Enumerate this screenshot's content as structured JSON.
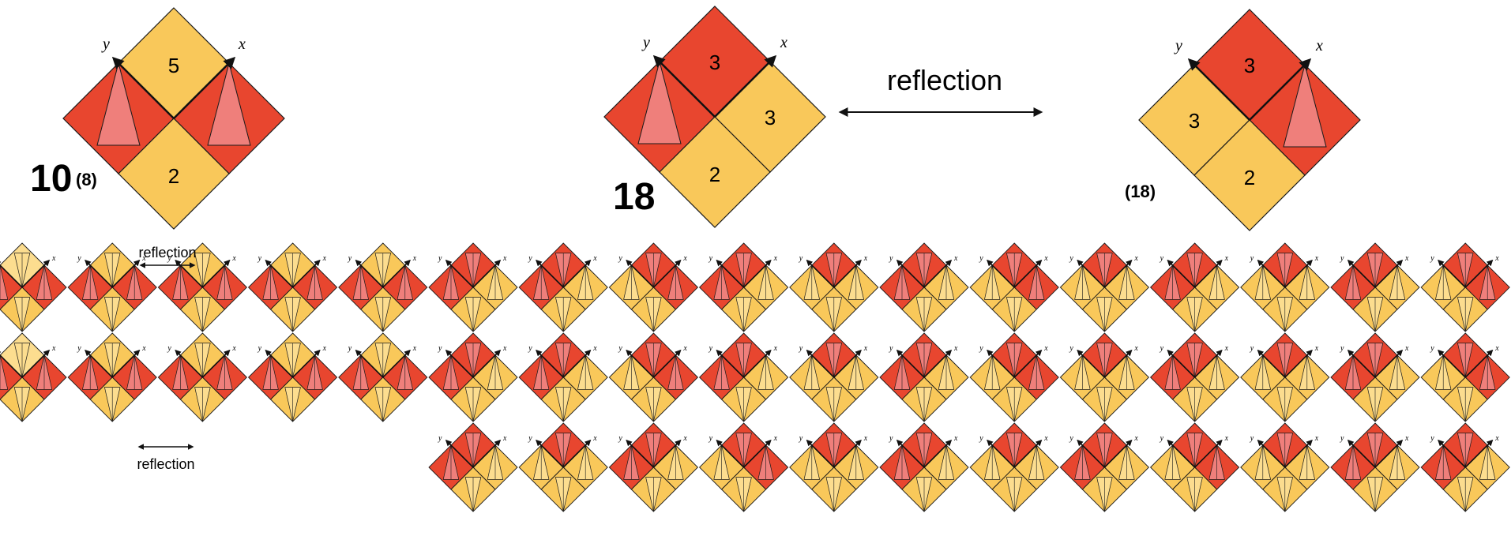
{
  "colors": {
    "red": "#e8462f",
    "orange": "#f9c85a",
    "pink": "#ef7f7b",
    "light_orange": "#fcdd8f",
    "stroke": "#1a1a1a"
  },
  "axes": {
    "x": "x",
    "y": "y"
  },
  "top": {
    "tiles": [
      {
        "name": "tile-10",
        "cells": {
          "top": "5",
          "left": "",
          "right": "",
          "bottom": "2"
        },
        "big_label": "10",
        "small_label": "(8)"
      },
      {
        "name": "tile-18",
        "cells": {
          "top": "3",
          "left": "",
          "right": "3",
          "bottom": "2"
        },
        "big_label": "18",
        "small_label": ""
      },
      {
        "name": "tile-18-reflected",
        "cells": {
          "top": "3",
          "left": "3",
          "right": "",
          "bottom": "2"
        },
        "big_label": "",
        "small_label": "(18)"
      }
    ],
    "reflection_label": "reflection"
  },
  "bottom": {
    "reflection_label_top": "reflection",
    "reflection_label_bottom": "reflection"
  }
}
